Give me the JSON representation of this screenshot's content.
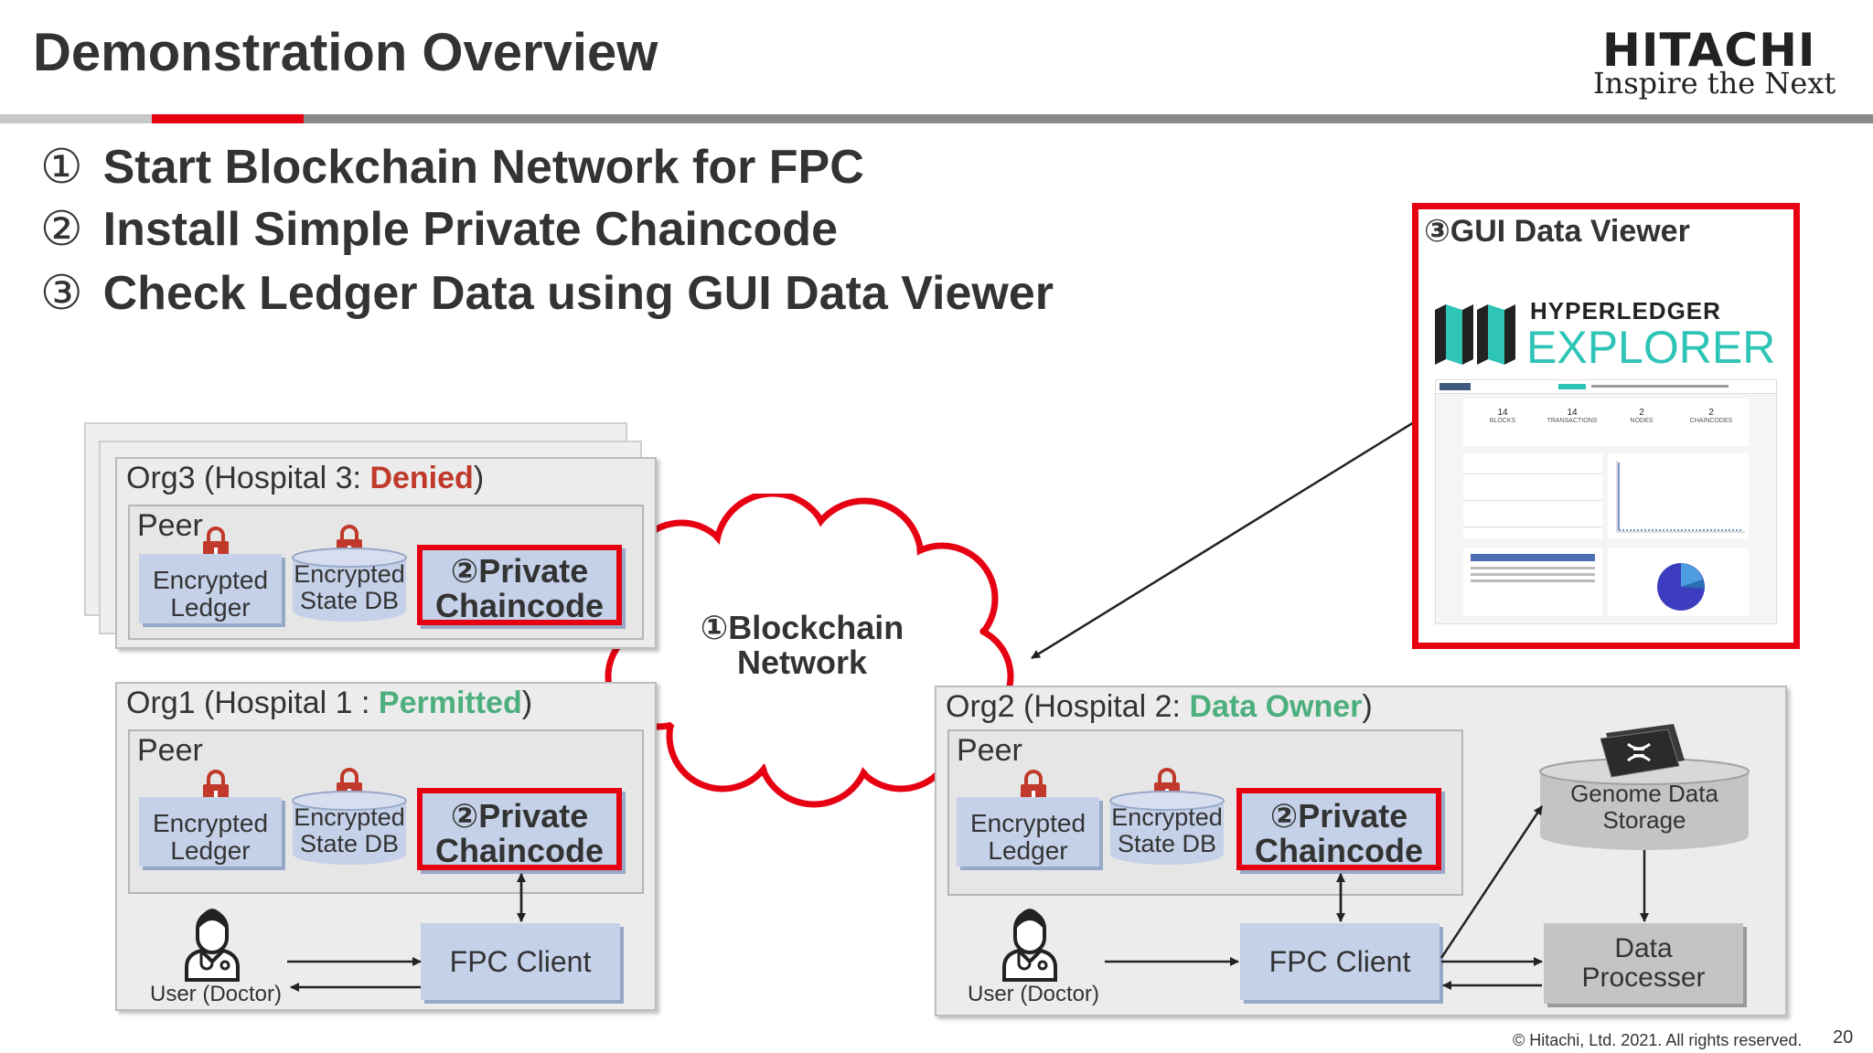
{
  "slide": {
    "title": "Demonstration Overview",
    "page_number": "20",
    "copyright": "© Hitachi, Ltd. 2021. All rights reserved."
  },
  "logo": {
    "brand": "HITACHI",
    "tagline": "Inspire the Next"
  },
  "steps": [
    {
      "num": "①",
      "text": "Start Blockchain Network for FPC"
    },
    {
      "num": "②",
      "text": "Install Simple Private Chaincode"
    },
    {
      "num": "③",
      "text": "Check Ledger Data using GUI Data Viewer"
    }
  ],
  "network_label": {
    "line1": "①Blockchain",
    "line2": "Network"
  },
  "org3": {
    "prefix": "Org3 (Hospital 3: ",
    "status": "Denied",
    "suffix": ")",
    "peer": "Peer",
    "ledger": {
      "line1": "Encrypted",
      "line2": "Ledger"
    },
    "statedb": {
      "line1": "Encrypted",
      "line2": "State DB"
    },
    "chaincode": {
      "line1": "②Private",
      "line2": "Chaincode"
    }
  },
  "org1": {
    "prefix": "Org1 (Hospital 1 : ",
    "status": "Permitted",
    "suffix": ")",
    "peer": "Peer",
    "ledger": {
      "line1": "Encrypted",
      "line2": "Ledger"
    },
    "statedb": {
      "line1": "Encrypted",
      "line2": "State DB"
    },
    "chaincode": {
      "line1": "②Private",
      "line2": "Chaincode"
    },
    "client": "FPC Client",
    "user": "User (Doctor)"
  },
  "org2": {
    "prefix": "Org2 (Hospital 2: ",
    "status": "Data Owner",
    "suffix": ")",
    "peer": "Peer",
    "ledger": {
      "line1": "Encrypted",
      "line2": "Ledger"
    },
    "statedb": {
      "line1": "Encrypted",
      "line2": "State DB"
    },
    "chaincode": {
      "line1": "②Private",
      "line2": "Chaincode"
    },
    "client": "FPC Client",
    "user": "User (Doctor)",
    "storage": {
      "line1": "Genome Data",
      "line2": "Storage"
    },
    "processor": {
      "line1": "Data",
      "line2": "Processer"
    }
  },
  "viewer": {
    "label": "③GUI Data Viewer",
    "hl_top": "HYPERLEDGER",
    "hl_bottom": "EXPLORER",
    "stats": [
      {
        "value": "14",
        "label": "BLOCKS"
      },
      {
        "value": "14",
        "label": "TRANSACTIONS"
      },
      {
        "value": "2",
        "label": "NODES"
      },
      {
        "value": "2",
        "label": "CHAINCODES"
      }
    ]
  },
  "colors": {
    "red": "#e60012",
    "denied": "#c0392b",
    "permitted": "#4caf7d",
    "accent_blue": "#c5d1e8"
  }
}
